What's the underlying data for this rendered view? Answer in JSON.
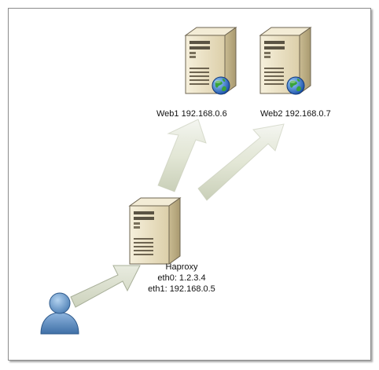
{
  "nodes": {
    "web1": {
      "label": "Web1 192.168.0.6"
    },
    "web2": {
      "label": "Web2  192.168.0.7"
    },
    "haproxy": {
      "name": "Haproxy",
      "eth0": "eth0: 1.2.3.4",
      "eth1": "eth1: 192.168.0.5"
    }
  },
  "icons": {
    "server": "server-tower-icon",
    "web_server": "web-server-globe-icon",
    "user": "user-person-icon"
  },
  "colors": {
    "arrow_fill": "#e6eadb",
    "arrow_stroke": "#a9b09a",
    "server_body": "#ece3c8",
    "user_blue": "#5f92c6"
  }
}
